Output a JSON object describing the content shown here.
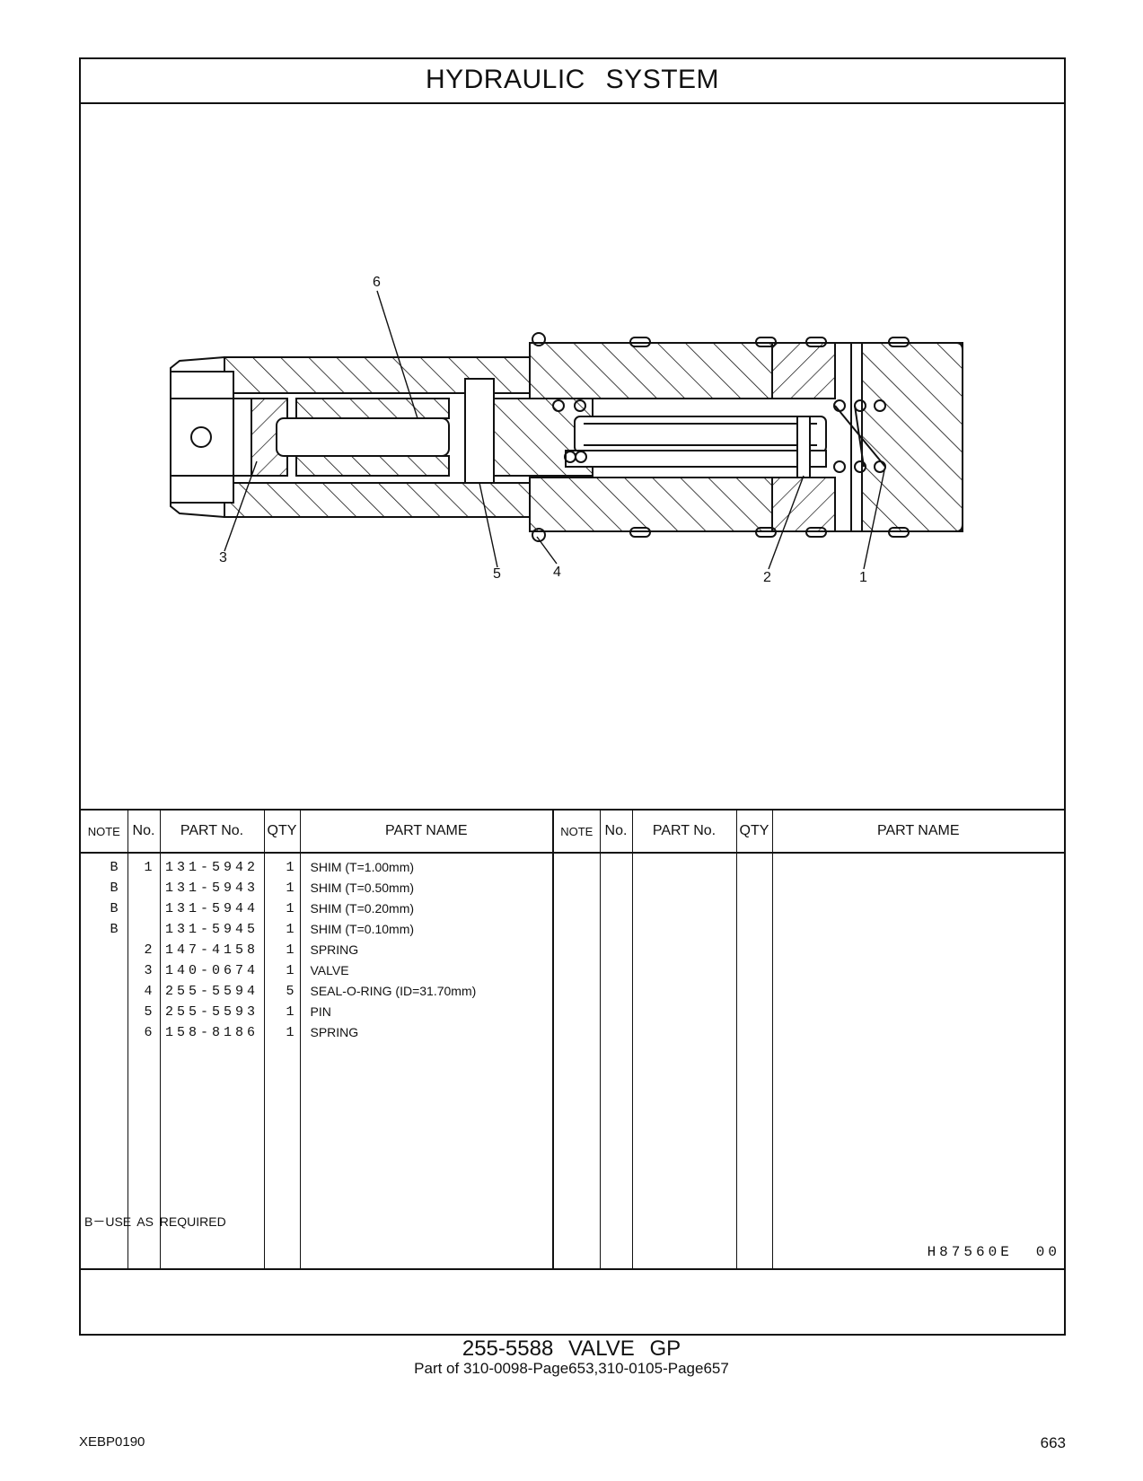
{
  "header": {
    "title": "HYDRAULIC   SYSTEM"
  },
  "callouts": [
    "6",
    "3",
    "5",
    "4",
    "2",
    "1"
  ],
  "table": {
    "columns": [
      "NOTE",
      "No.",
      "PART No.",
      "QTY",
      "PART NAME"
    ],
    "rows": [
      {
        "note": "B",
        "no": "1",
        "part_no": "131-5942",
        "qty": "1",
        "name": "SHIM (T=1.00mm)"
      },
      {
        "note": "B",
        "no": "",
        "part_no": "131-5943",
        "qty": "1",
        "name": "SHIM (T=0.50mm)"
      },
      {
        "note": "B",
        "no": "",
        "part_no": "131-5944",
        "qty": "1",
        "name": "SHIM (T=0.20mm)"
      },
      {
        "note": "B",
        "no": "",
        "part_no": "131-5945",
        "qty": "1",
        "name": "SHIM (T=0.10mm)"
      },
      {
        "note": "",
        "no": "2",
        "part_no": "147-4158",
        "qty": "1",
        "name": "SPRING"
      },
      {
        "note": "",
        "no": "3",
        "part_no": "140-0674",
        "qty": "1",
        "name": "VALVE"
      },
      {
        "note": "",
        "no": "4",
        "part_no": "255-5594",
        "qty": "5",
        "name": "SEAL-O-RING (ID=31.70mm)"
      },
      {
        "note": "",
        "no": "5",
        "part_no": "255-5593",
        "qty": "1",
        "name": "PIN"
      },
      {
        "note": "",
        "no": "6",
        "part_no": "158-8186",
        "qty": "1",
        "name": "SPRING"
      }
    ]
  },
  "footnote": "B－USE  AS  REQUIRED",
  "drawing_code": "H87560E",
  "drawing_rev": "00",
  "group": {
    "title": "255-5588  VALVE  GP",
    "subtitle": "Part of 310-0098-Page653,310-0105-Page657"
  },
  "doc_id": "XEBP0190",
  "page_number": "663"
}
